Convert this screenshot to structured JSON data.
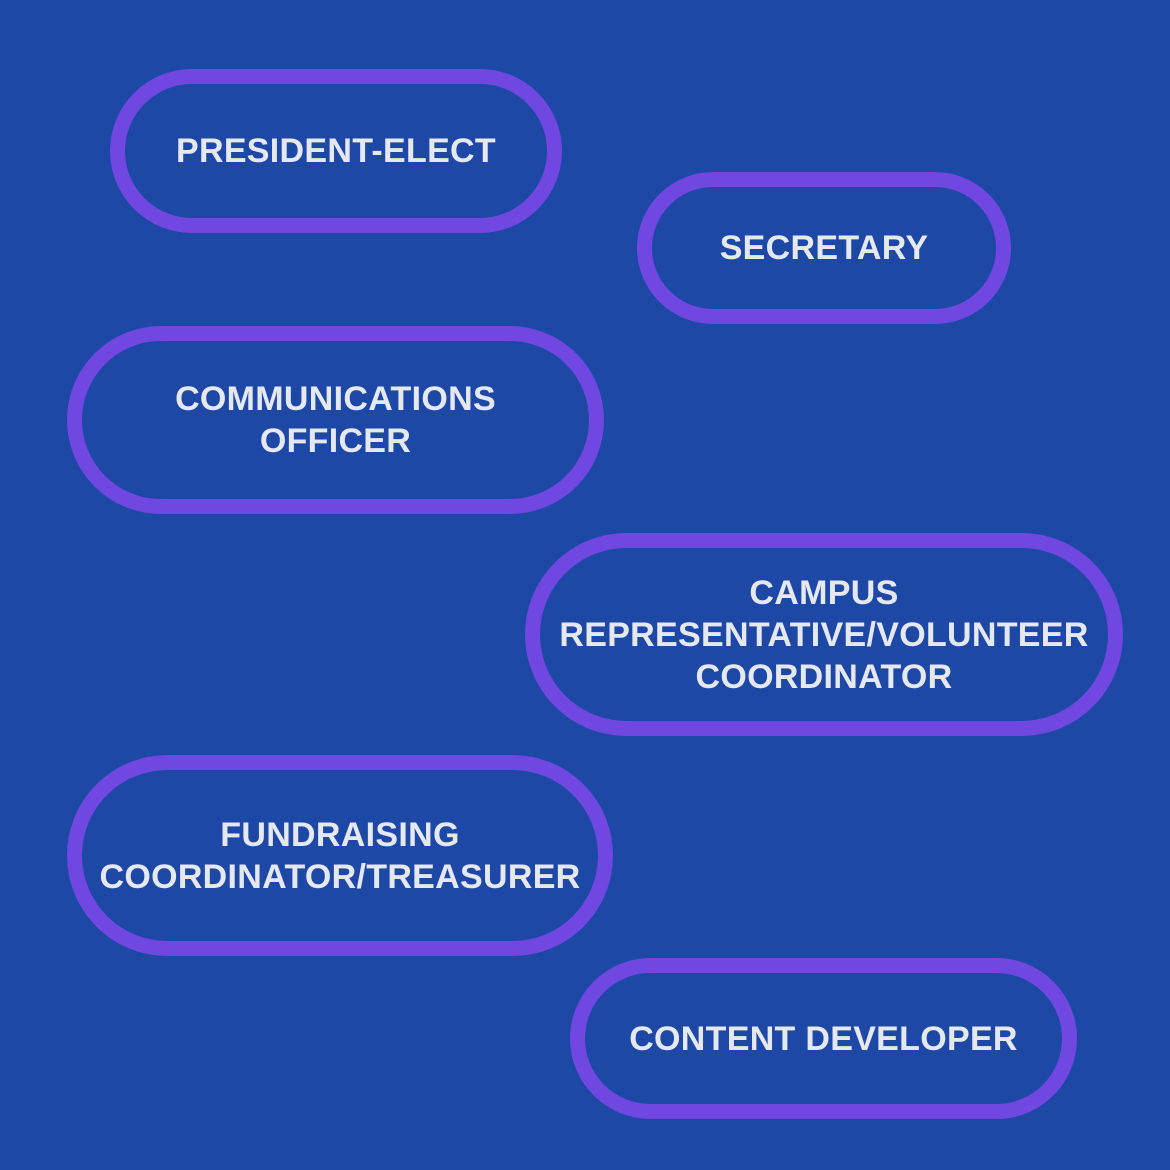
{
  "colors": {
    "background": "#1e48a6",
    "pill_border": "#7047e0",
    "text": "#e6e8ef"
  },
  "roles": [
    {
      "label": "PRESIDENT-ELECT"
    },
    {
      "label": "SECRETARY"
    },
    {
      "label": "COMMUNICATIONS\nOFFICER"
    },
    {
      "label": "CAMPUS\nREPRESENTATIVE/VOLUNTEER\nCOORDINATOR"
    },
    {
      "label": "FUNDRAISING\nCOORDINATOR/TREASURER"
    },
    {
      "label": "CONTENT DEVELOPER"
    }
  ]
}
